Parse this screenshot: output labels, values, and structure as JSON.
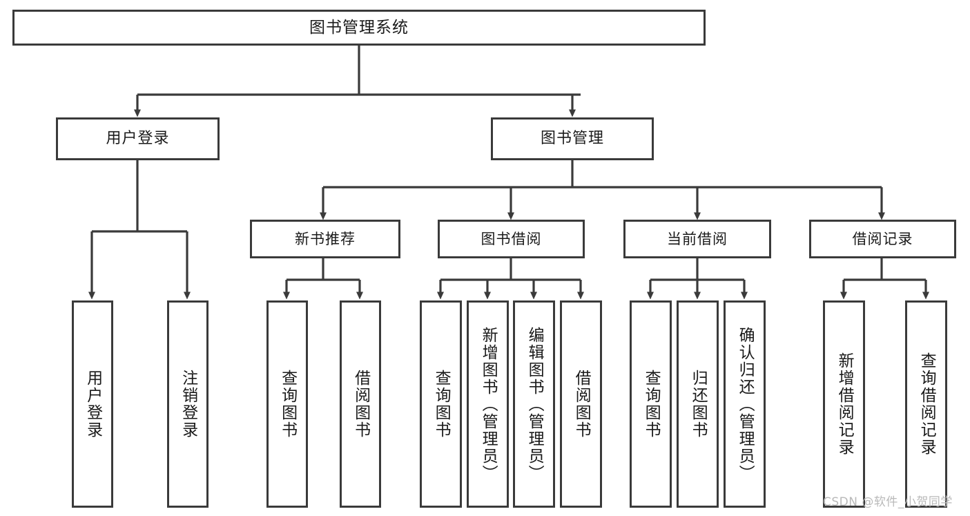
{
  "diagram": {
    "title_node": {
      "label": "图书管理系统"
    },
    "level1": [
      {
        "id": "user-login",
        "label": "用户登录"
      },
      {
        "id": "book-management",
        "label": "图书管理"
      }
    ],
    "level2": [
      {
        "id": "new-book-recommend",
        "label": "新书推荐"
      },
      {
        "id": "book-borrow",
        "label": "图书借阅"
      },
      {
        "id": "current-borrow",
        "label": "当前借阅"
      },
      {
        "id": "borrow-record",
        "label": "借阅记录"
      }
    ],
    "leaves": [
      {
        "id": "leaf-user-login",
        "label": "用户登录",
        "parent": "user-login"
      },
      {
        "id": "leaf-user-logout",
        "label": "注销登录",
        "parent": "user-login"
      },
      {
        "id": "leaf-query-book-1",
        "label": "查询图书",
        "parent": "new-book-recommend"
      },
      {
        "id": "leaf-borrow-book-1",
        "label": "借阅图书",
        "parent": "new-book-recommend"
      },
      {
        "id": "leaf-query-book-2",
        "label": "查询图书",
        "parent": "book-borrow"
      },
      {
        "id": "leaf-add-book",
        "label": "新增图书（管理员）",
        "parent": "book-borrow"
      },
      {
        "id": "leaf-edit-book",
        "label": "编辑图书（管理员）",
        "parent": "book-borrow"
      },
      {
        "id": "leaf-borrow-book-2",
        "label": "借阅图书",
        "parent": "book-borrow"
      },
      {
        "id": "leaf-query-book-3",
        "label": "查询图书",
        "parent": "current-borrow"
      },
      {
        "id": "leaf-return-book",
        "label": "归还图书",
        "parent": "current-borrow"
      },
      {
        "id": "leaf-confirm-return",
        "label": "确认归还（管理员）",
        "parent": "current-borrow"
      },
      {
        "id": "leaf-add-record",
        "label": "新增借阅记录",
        "parent": "borrow-record"
      },
      {
        "id": "leaf-query-record",
        "label": "查询借阅记录",
        "parent": "borrow-record"
      }
    ],
    "watermark": "CSDN @软件_小贺同学",
    "colors": {
      "line": "#3a3a3a",
      "box_fill": "#ffffff",
      "text": "#1a1a1a",
      "watermark": "#b9b9b9"
    }
  }
}
